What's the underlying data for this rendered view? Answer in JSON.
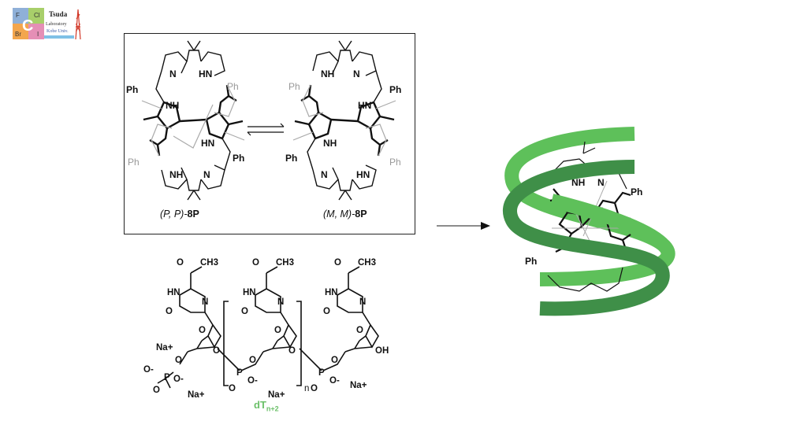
{
  "logo": {
    "elements": [
      "F",
      "Cl",
      "Br",
      "I"
    ],
    "center_letter": "C",
    "lab_name": "Tsuda",
    "lab_line2": "Laboratory",
    "lab_line3": "Kobe Univ.",
    "tile_colors": [
      "#8fb0d8",
      "#a8cf6a",
      "#f3a64d",
      "#e58fb6"
    ]
  },
  "top_panel": {
    "left_label_prefix": "(P, P)-",
    "left_label_bold": "8P",
    "right_label_prefix": "(M, M)-",
    "right_label_bold": "8P",
    "equilibrium_icon": "equilibrium-arrows"
  },
  "structure_labels": {
    "ph": "Ph",
    "nh": "NH",
    "hn": "HN",
    "n": "N"
  },
  "dna_panel": {
    "ch3": "CH3",
    "hn": "HN",
    "o": "O",
    "n": "N",
    "oh": "OH",
    "p": "P",
    "o_minus": "O-",
    "na_plus": "Na+",
    "repeat_subscript": "n",
    "name_main": "dT",
    "name_sub": "n+2",
    "name_color": "#6cc06a"
  },
  "reaction_arrow": "right-arrow",
  "helix": {
    "light_color": "#5ec05a",
    "dark_color": "#3f8f48"
  }
}
